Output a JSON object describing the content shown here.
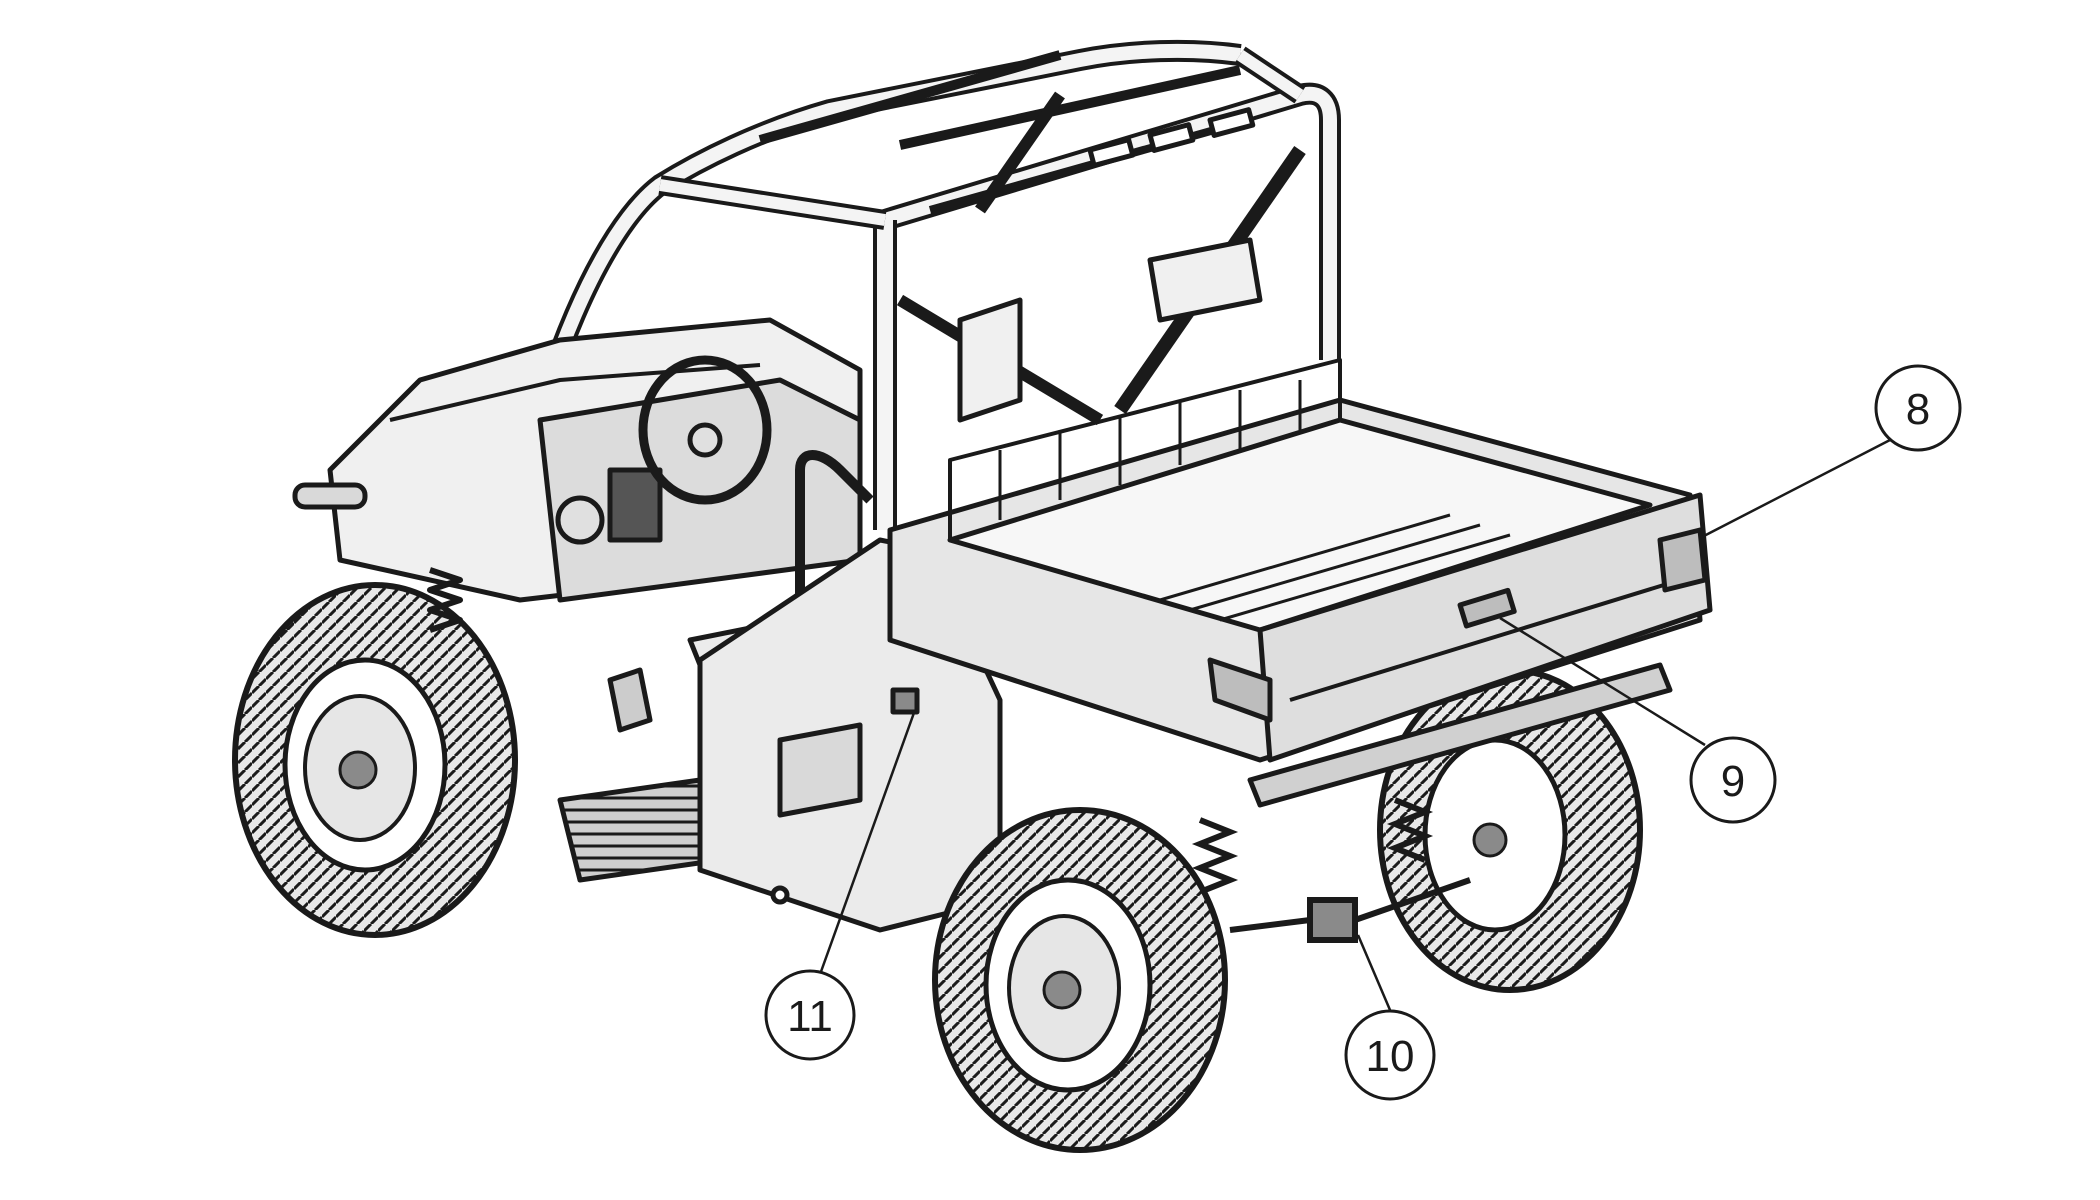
{
  "diagram": {
    "subject": "utility-vehicle-rear-three-quarter-view",
    "line_color": "#1a1a1a",
    "fill_light": "#f2f2f2",
    "fill_mid": "#d9d9d9",
    "fill_dark": "#8a8a8a",
    "callouts": [
      {
        "id": "8",
        "label": "8"
      },
      {
        "id": "9",
        "label": "9"
      },
      {
        "id": "10",
        "label": "10"
      },
      {
        "id": "11",
        "label": "11"
      }
    ]
  }
}
